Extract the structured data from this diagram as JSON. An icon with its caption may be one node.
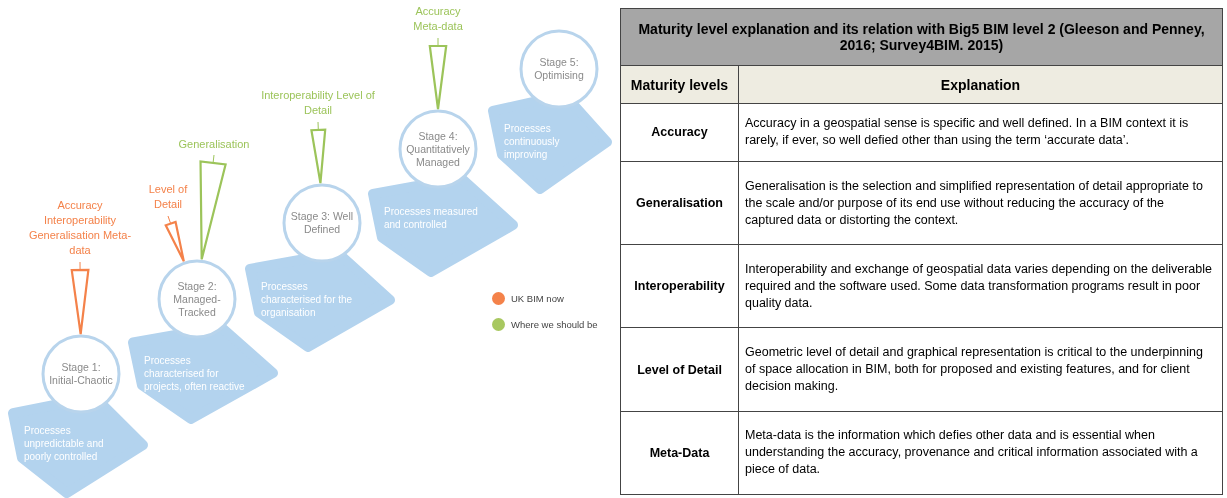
{
  "diagram": {
    "nodes": [
      {
        "text": [
          "Accuracy Interoperability Generalisation Meta-data"
        ]
      },
      {
        "text": [
          "Stage 1: Initial-Chaotic",
          "Processes unpredictable and poorly controlled"
        ]
      },
      {
        "text": [
          "Level of Detail"
        ]
      },
      {
        "text": [
          "Generalisation"
        ]
      },
      {
        "text": [
          "Stage 2: Managed-Tracked",
          "Processes characterised for projects, often reactive"
        ]
      },
      {
        "text": [
          "Interoperability Level of Detail"
        ]
      },
      {
        "text": [
          "Stage 3: Well Defined",
          "Processes characterised for the organisation"
        ]
      },
      {
        "text": [
          "Accuracy Meta-data"
        ]
      },
      {
        "text": [
          "Stage 4: Quantitatively Managed",
          "Processes measured and controlled"
        ]
      },
      {
        "text": [
          "Stage 5: Optimising",
          "Processes continuously improving"
        ]
      }
    ],
    "edges": [
      {
        "from": 0,
        "to": 1,
        "arrow": "to",
        "color": "#f4824a"
      },
      {
        "from": 2,
        "to": 4,
        "arrow": "to",
        "color": "#f4824a"
      },
      {
        "from": 3,
        "to": 4,
        "arrow": "to"
      },
      {
        "from": 5,
        "to": 6,
        "arrow": "to"
      },
      {
        "from": 7,
        "to": 8,
        "arrow": "to"
      }
    ],
    "labels": [
      "Maturity level explanation and its relation with Big5 BIM level 2 (Gleeson and Penney, 2016; Survey4BIM. 2015)",
      "Maturity levels",
      "Explanation",
      "Accuracy",
      "Accuracy in a geospatial sense is specific and well defined. In a BIM context it is rarely, if ever, so well defied other than using the term ‘accurate data’.",
      "Generalisation",
      "Generalisation is the selection and simplified representation of detail appropriate to the scale and/or purpose of its end use without reducing the accuracy of the captured data or distorting the context.",
      "Interoperability",
      "Interoperability and exchange of geospatial data varies depending on the deliverable required and the software used. Some data transformation programs result in poor quality data.",
      "Level of Detail",
      "Geometric level of detail and graphical representation is critical to the underpinning of space allocation in BIM, both for proposed and existing features, and for client decision making.",
      "Meta-Data",
      "Meta-data is the information which defies other data and is essential when understanding the accuracy, provenance and critical information associated with a piece of data."
    ],
    "legend": [
      {
        "text": "UK BIM now",
        "color": "#f4824a"
      },
      {
        "text": "Where we should be",
        "color": "#a8c860"
      }
    ]
  }
}
